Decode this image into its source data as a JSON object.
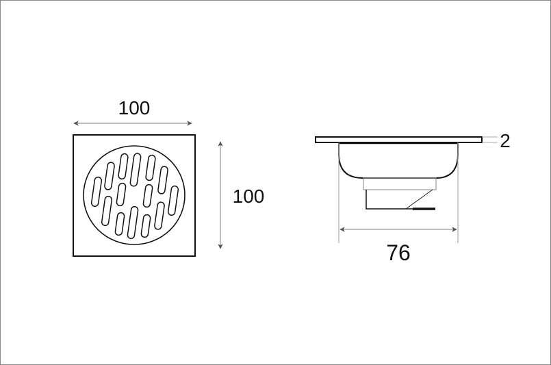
{
  "front_view": {
    "width_label": "100",
    "height_label": "100"
  },
  "side_view": {
    "width_label": "76",
    "thickness_label": "2"
  },
  "colors": {
    "line": "#111111",
    "dimension_line": "#aaaaaa",
    "arrow": "#555555",
    "frame": "#888888"
  }
}
